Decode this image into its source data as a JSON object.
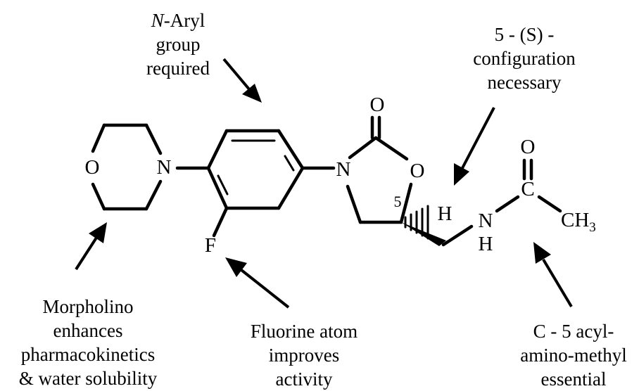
{
  "annotations": {
    "n_aryl": {
      "line1_italic": "N",
      "line1_rest": "-Aryl",
      "line2": "group",
      "line3": "required"
    },
    "configuration": {
      "line1": "5 - (S) -",
      "line2": "configuration",
      "line3": "necessary"
    },
    "morpholino": {
      "line1": "Morpholino",
      "line2": "enhances",
      "line3": "pharmacokinetics",
      "line4": "& water solubility"
    },
    "fluorine": {
      "line1": "Fluorine atom",
      "line2": "improves",
      "line3": "activity"
    },
    "acylamino": {
      "line1": "C - 5 acyl-",
      "line2": "amino-methyl",
      "line3": "essential"
    }
  },
  "atoms": {
    "morpholine_o": "O",
    "morpholine_n": "N",
    "fluorine": "F",
    "oxazolidinone_n": "N",
    "carbonyl_o": "O",
    "ring_o": "O",
    "position_5": "5",
    "stereo_h": "H",
    "amide_n": "N",
    "amide_h": "H",
    "acyl_c": "C",
    "acyl_o": "O",
    "methyl_c": "CH",
    "methyl_sub": "3"
  }
}
